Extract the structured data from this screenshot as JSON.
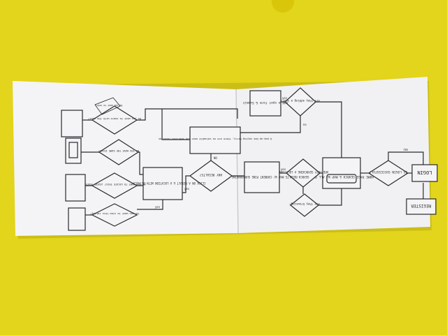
{
  "scene": {
    "background_color": "#e3d41c",
    "paper_color": "#f4f4f6",
    "ink_color": "#2a2a2e",
    "rotation": "upside-down",
    "description_hidden": true
  },
  "flowchart": {
    "nodes": [
      {
        "id": "register",
        "label": "REGISTER"
      },
      {
        "id": "login",
        "label": "LOGIN"
      },
      {
        "id": "login_success",
        "label": "IS LOGIN SUCCESSFUL?"
      },
      {
        "id": "home_page",
        "label": "HOME PAGE SEARCH & MAP W/ ALL PINS"
      },
      {
        "id": "adding_spot",
        "label": "Are they adding a spot?"
      },
      {
        "id": "add_spot_form",
        "label": "Add a spot form & Submit"
      },
      {
        "id": "searching_location",
        "label": "ARE THEY SEARCHING A LOCATION?"
      },
      {
        "id": "browse",
        "label": "Are they browsing?"
      },
      {
        "id": "search_results",
        "label": "SEARCH RESULTS MAP W/ CURRENT PINS SURROUNDING LOCATIONS"
      },
      {
        "id": "any_results",
        "label": "ANY RESULTS?"
      },
      {
        "id": "no_results_popup",
        "label": "A pop-up box saying Sorry, there are no valuable near the searched location"
      },
      {
        "id": "click_result",
        "label": "CLICK ON A RESULT & A LOCATION WITH DETAILS APPEARS"
      },
      {
        "id": "want_locate",
        "label": "DO YOU WANT TO LOCATE THIS? (GUIDE ROUTE)"
      },
      {
        "id": "same_issue",
        "label": "DO YOU HAVE THE SAME ISSUE?"
      },
      {
        "id": "share",
        "label": "Do you want to share with the spot?"
      },
      {
        "id": "view_rating",
        "label": "Do you want to view this rating?"
      },
      {
        "id": "rate",
        "label": "Do you want to rate?"
      }
    ],
    "edge_labels": {
      "yes": "yes",
      "no": "NO",
      "no_lower": "no"
    }
  }
}
